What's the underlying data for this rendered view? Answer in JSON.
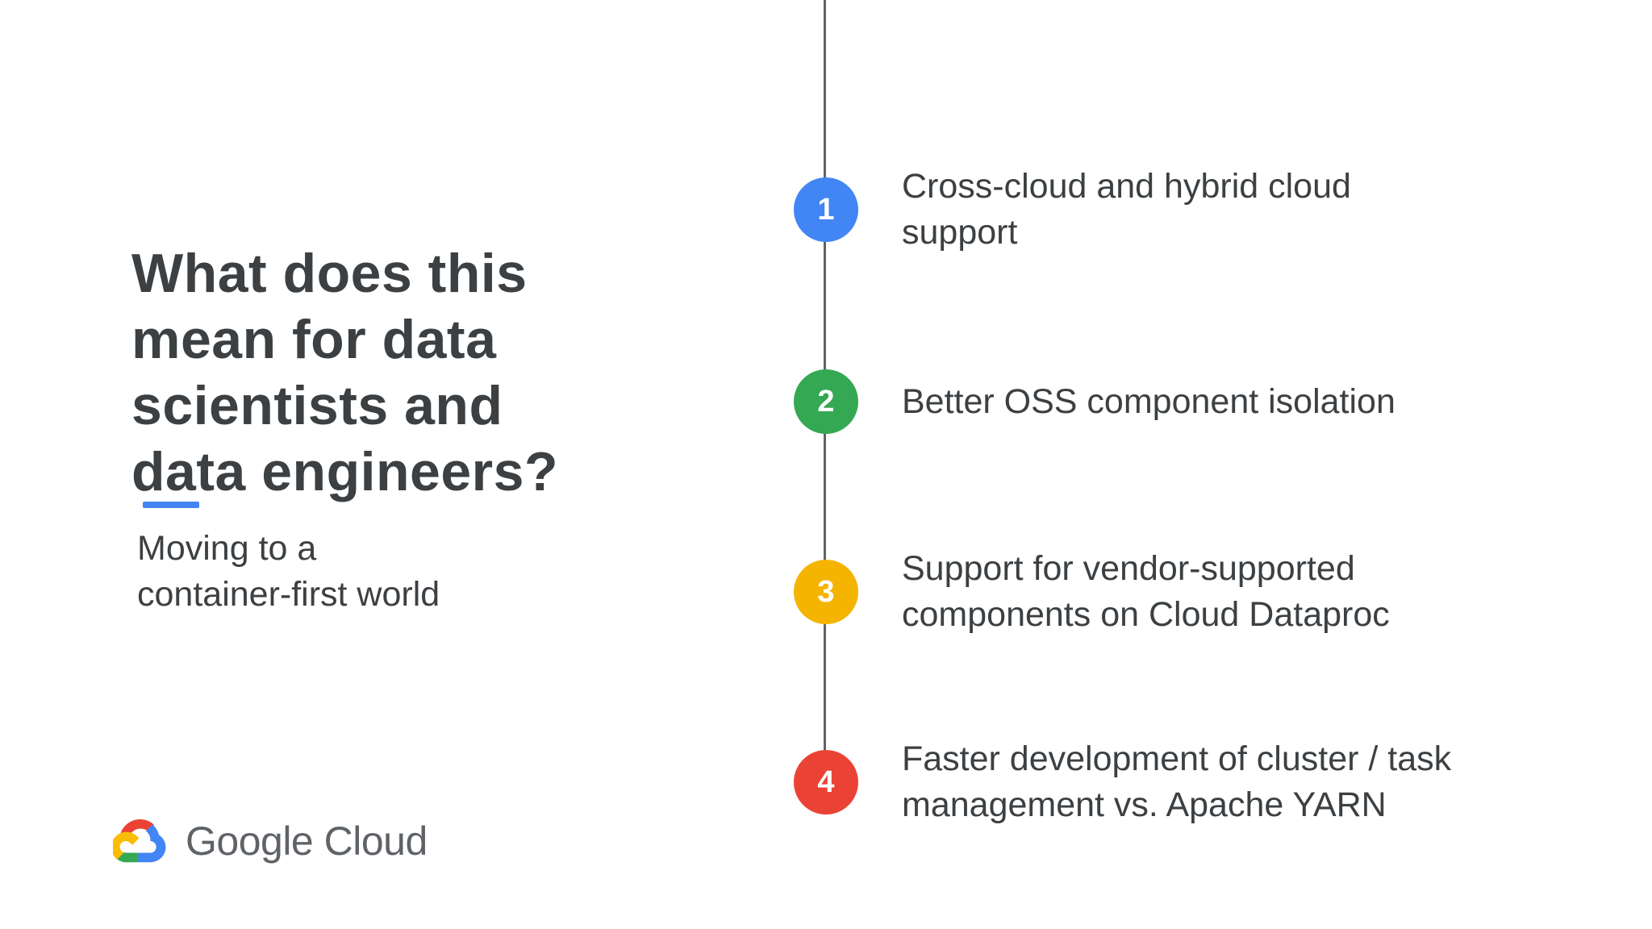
{
  "slide": {
    "title": "What does this\nmean for data\nscientists and\ndata engineers?",
    "subtitle": "Moving to a\ncontainer-first world",
    "accent_color": "#4285f4",
    "logo_text": "Google Cloud",
    "logo_icon": "google-cloud-logo"
  },
  "timeline": {
    "line_color": "#5f6368",
    "items": [
      {
        "number": "1",
        "color": "#4285f4",
        "text": "Cross-cloud and hybrid cloud\nsupport"
      },
      {
        "number": "2",
        "color": "#34a853",
        "text": "Better OSS component isolation"
      },
      {
        "number": "3",
        "color": "#f4b400",
        "text": "Support for vendor-supported\ncomponents on Cloud Dataproc"
      },
      {
        "number": "4",
        "color": "#ea4335",
        "text": "Faster development of cluster / task\nmanagement vs. Apache YARN"
      }
    ]
  },
  "colors": {
    "text": "#3c4043",
    "logo_gray": "#5f6368",
    "google_red": "#ea4335",
    "google_blue": "#4285f4",
    "google_green": "#34a853",
    "google_yellow": "#fbbc05"
  }
}
